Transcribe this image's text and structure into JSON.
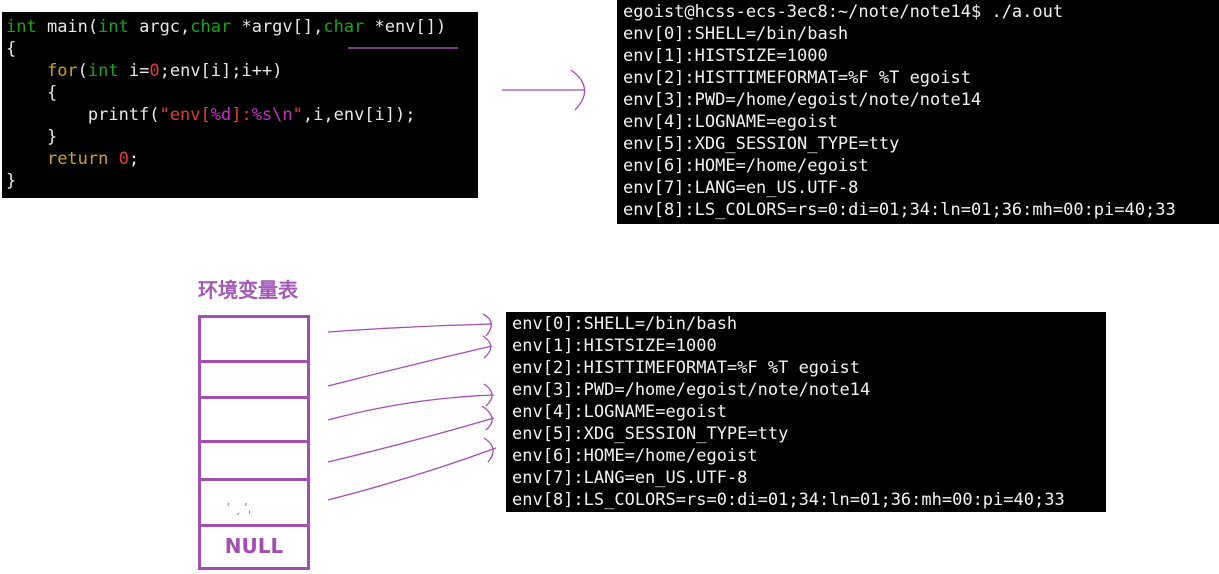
{
  "code": {
    "lines": [
      [
        {
          "t": "int",
          "c": "kw"
        },
        {
          "t": " main(",
          "c": "plain"
        },
        {
          "t": "int",
          "c": "kw"
        },
        {
          "t": " argc,",
          "c": "plain"
        },
        {
          "t": "char",
          "c": "kw"
        },
        {
          "t": " *argv[],",
          "c": "plain"
        },
        {
          "t": "char",
          "c": "kw"
        },
        {
          "t": " *env[])",
          "c": "plain"
        }
      ],
      [
        {
          "t": "{",
          "c": "plain"
        }
      ],
      [
        {
          "t": "    ",
          "c": "plain"
        },
        {
          "t": "for",
          "c": "ctl"
        },
        {
          "t": "(",
          "c": "plain"
        },
        {
          "t": "int",
          "c": "kw"
        },
        {
          "t": " i=",
          "c": "plain"
        },
        {
          "t": "0",
          "c": "num"
        },
        {
          "t": ";env[i];i++)",
          "c": "plain"
        }
      ],
      [
        {
          "t": "    {",
          "c": "plain"
        }
      ],
      [
        {
          "t": "        printf(",
          "c": "plain"
        },
        {
          "t": "\"env[",
          "c": "str"
        },
        {
          "t": "%d",
          "c": "fmt"
        },
        {
          "t": "]:",
          "c": "str"
        },
        {
          "t": "%s\\n",
          "c": "fmt"
        },
        {
          "t": "\"",
          "c": "str"
        },
        {
          "t": ",i,env[i]);",
          "c": "plain"
        }
      ],
      [
        {
          "t": "    }",
          "c": "plain"
        }
      ],
      [
        {
          "t": "    ",
          "c": "plain"
        },
        {
          "t": "return",
          "c": "ctl"
        },
        {
          "t": " ",
          "c": "plain"
        },
        {
          "t": "0",
          "c": "num"
        },
        {
          "t": ";",
          "c": "plain"
        }
      ],
      [
        {
          "t": "}",
          "c": "plain"
        }
      ]
    ]
  },
  "terminal_top": {
    "lines": [
      "egoist@hcss-ecs-3ec8:~/note/note14$ ./a.out",
      "env[0]:SHELL=/bin/bash",
      "env[1]:HISTSIZE=1000",
      "env[2]:HISTTIMEFORMAT=%F %T egoist",
      "env[3]:PWD=/home/egoist/note/note14",
      "env[4]:LOGNAME=egoist",
      "env[5]:XDG_SESSION_TYPE=tty",
      "env[6]:HOME=/home/egoist",
      "env[7]:LANG=en_US.UTF-8",
      "env[8]:LS_COLORS=rs=0:di=01;34:ln=01;36:mh=00:pi=40;33"
    ]
  },
  "env_table": {
    "title": "环境变量表",
    "null_label": "NULL",
    "ellipsis": "ʿ ˏ ʿˌ"
  },
  "terminal_bottom": {
    "lines": [
      "env[0]:SHELL=/bin/bash",
      "env[1]:HISTSIZE=1000",
      "env[2]:HISTTIMEFORMAT=%F %T egoist",
      "env[3]:PWD=/home/egoist/note/note14",
      "env[4]:LOGNAME=egoist",
      "env[5]:XDG_SESSION_TYPE=tty",
      "env[6]:HOME=/home/egoist",
      "env[7]:LANG=en_US.UTF-8",
      "env[8]:LS_COLORS=rs=0:di=01;34:ln=01;36:mh=00:pi=40;33"
    ]
  },
  "colors": {
    "accent": "#a24fb0"
  }
}
